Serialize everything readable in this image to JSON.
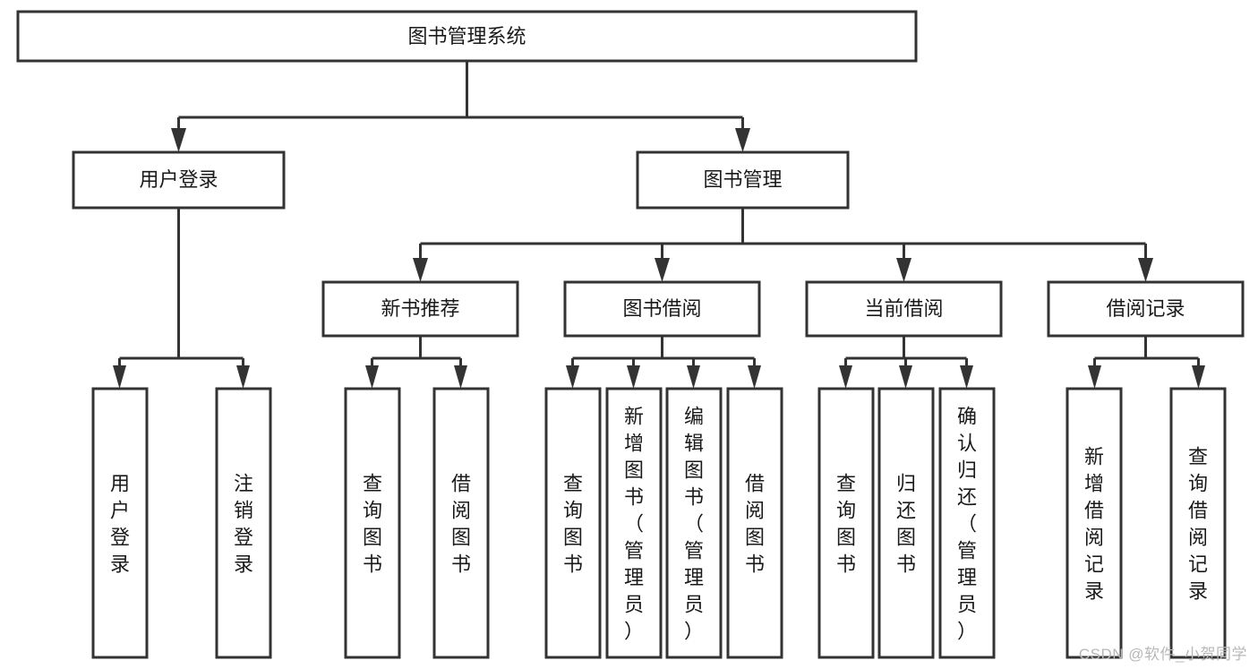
{
  "diagram": {
    "type": "hierarchy-tree",
    "title": "图书管理系统",
    "watermark": "CSDN @软件_小贺同学",
    "colors": {
      "stroke": "#333333",
      "fill": "#ffffff",
      "text": "#1a1a1a",
      "watermark": "#b8b8b8"
    },
    "nodes": {
      "root": {
        "label": "图书管理系统",
        "level": 1,
        "orientation": "horizontal"
      },
      "l2": [
        {
          "id": "user-login",
          "label": "用户登录",
          "level": 2,
          "orientation": "horizontal"
        },
        {
          "id": "book-manage",
          "label": "图书管理",
          "level": 2,
          "orientation": "horizontal"
        }
      ],
      "l3": [
        {
          "id": "new-book-rec",
          "label": "新书推荐",
          "level": 3,
          "orientation": "horizontal"
        },
        {
          "id": "book-borrow",
          "label": "图书借阅",
          "level": 3,
          "orientation": "horizontal"
        },
        {
          "id": "current-borrow",
          "label": "当前借阅",
          "level": 3,
          "orientation": "horizontal"
        },
        {
          "id": "borrow-record",
          "label": "借阅记录",
          "level": 3,
          "orientation": "horizontal"
        }
      ],
      "l4": [
        {
          "id": "leaf-user-login",
          "label": "用户登录",
          "parent": "user-login",
          "orientation": "vertical"
        },
        {
          "id": "leaf-user-logout",
          "label": "注销登录",
          "parent": "user-login",
          "orientation": "vertical"
        },
        {
          "id": "leaf-query-book-1",
          "label": "查询图书",
          "parent": "new-book-rec",
          "orientation": "vertical"
        },
        {
          "id": "leaf-borrow-book-1",
          "label": "借阅图书",
          "parent": "new-book-rec",
          "orientation": "vertical"
        },
        {
          "id": "leaf-query-book-2",
          "label": "查询图书",
          "parent": "book-borrow",
          "orientation": "vertical"
        },
        {
          "id": "leaf-add-book",
          "label": "新增图书（管理员）",
          "parent": "book-borrow",
          "orientation": "vertical"
        },
        {
          "id": "leaf-edit-book",
          "label": "编辑图书（管理员）",
          "parent": "book-borrow",
          "orientation": "vertical"
        },
        {
          "id": "leaf-borrow-book-2",
          "label": "借阅图书",
          "parent": "book-borrow",
          "orientation": "vertical"
        },
        {
          "id": "leaf-query-book-3",
          "label": "查询图书",
          "parent": "current-borrow",
          "orientation": "vertical"
        },
        {
          "id": "leaf-return-book",
          "label": "归还图书",
          "parent": "current-borrow",
          "orientation": "vertical"
        },
        {
          "id": "leaf-confirm-return",
          "label": "确认归还（管理员）",
          "parent": "current-borrow",
          "orientation": "vertical"
        },
        {
          "id": "leaf-add-record",
          "label": "新增借阅记录",
          "parent": "borrow-record",
          "orientation": "vertical"
        },
        {
          "id": "leaf-query-record",
          "label": "查询借阅记录",
          "parent": "borrow-record",
          "orientation": "vertical"
        }
      ]
    }
  }
}
